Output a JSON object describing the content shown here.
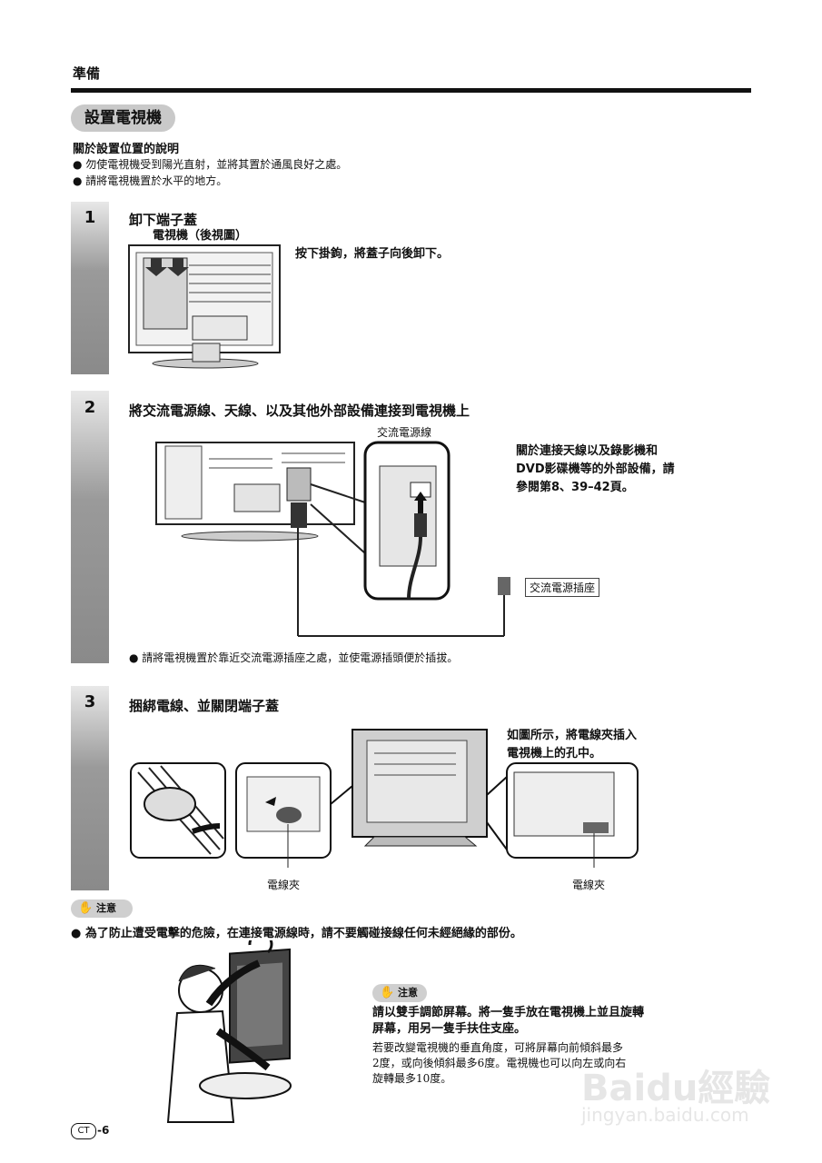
{
  "header": {
    "section": "準備"
  },
  "title": "設置電視機",
  "about": {
    "heading": "關於設置位置的說明",
    "bullets": [
      "勿使電視機受到陽光直射，並將其置於通風良好之處。",
      "請將電視機置於水平的地方。"
    ]
  },
  "steps": [
    {
      "number": "1",
      "title": "卸下端子蓋",
      "sublabel": "電視機（後視圖）",
      "note": "按下掛鉤，將蓋子向後卸下。"
    },
    {
      "number": "2",
      "title": "將交流電源線、天線、以及其他外部設備連接到電視機上",
      "cable_label": "交流電源線",
      "outlet_label": "交流電源插座",
      "note_lines": [
        "關於連接天線以及錄影機和",
        "DVD影碟機等的外部設備，請",
        "參閱第8、39–42頁。"
      ],
      "bullet": "請將電視機置於靠近交流電源插座之處，並使電源插頭便於插拔。"
    },
    {
      "number": "3",
      "title": "捆綁電線、並關閉端子蓋",
      "note_lines": [
        "如圖所示，將電線夾插入",
        "電視機上的孔中。"
      ],
      "clip_label_left": "電線夾",
      "clip_label_right": "電線夾"
    }
  ],
  "caution": {
    "label": "注意",
    "text": "為了防止遭受電擊的危險，在連接電源線時，請不要觸碰接線任何未經絕緣的部份。"
  },
  "caution2": {
    "label": "注意",
    "bold_lines": [
      "請以雙手調節屏幕。將一隻手放在電視機上並且旋轉",
      "屏幕，用另一隻手扶住支座。"
    ],
    "lines": [
      "若要改變電視機的垂直角度，可將屏幕向前傾斜最多",
      "2度，或向後傾斜最多6度。電視機也可以向左或向右",
      "旋轉最多10度。"
    ]
  },
  "footer": {
    "badge": "CT",
    "page": "-6"
  },
  "watermark": {
    "brand": "Baidu經驗",
    "url": "jingyan.baidu.com"
  }
}
